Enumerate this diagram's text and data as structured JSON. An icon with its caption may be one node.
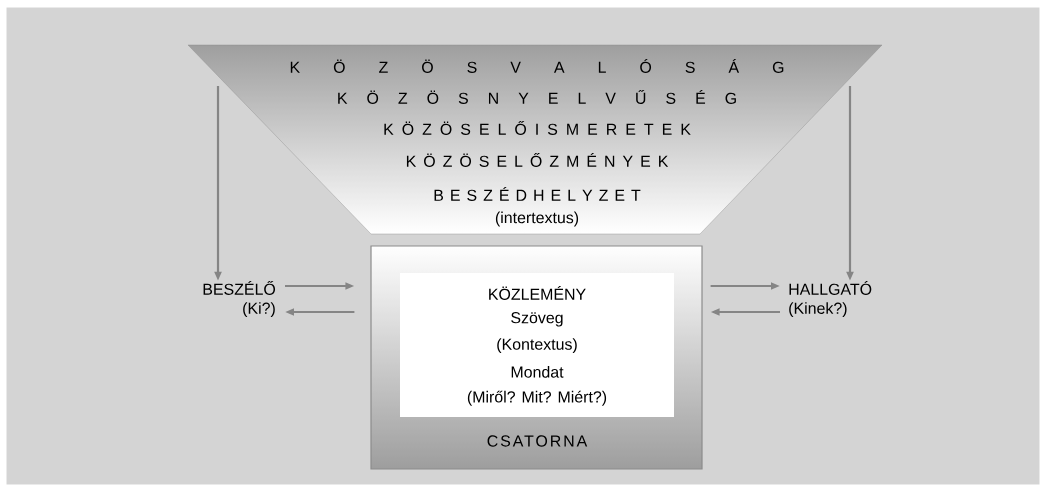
{
  "diagram": {
    "nodes": [
      {
        "text": [
          "K Ö Z Ö S V A L Ó S Á G",
          "K Ö Z Ö S N Y E L V Ű S É G",
          "K Ö Z Ö S E L Ő I S M E R E T E K",
          "K Ö Z Ö S E L Ő Z M É N Y E K",
          "B E S Z É D H E L Y Z E T",
          "(intertextus)"
        ]
      },
      {
        "text": [
          "CSATORNA"
        ]
      },
      {
        "text": [
          "KÖZLEMÉNY",
          "Szöveg",
          "(Kontextus)",
          "Mondat",
          "(Miről? Mit? Miért?)"
        ],
        "in": 1
      },
      {
        "text": [
          "BESZÉLŐ",
          "(Ki?)"
        ]
      },
      {
        "text": [
          "HALLGATÓ",
          "(Kinek?)"
        ]
      }
    ],
    "edges": [
      {
        "from": 0,
        "to": 3,
        "arrow": "to"
      },
      {
        "from": 0,
        "to": 4,
        "arrow": "to"
      },
      {
        "from": 3,
        "to": 1,
        "arrow": "to"
      },
      {
        "from": 1,
        "to": 3,
        "arrow": "to"
      },
      {
        "from": 1,
        "to": 4,
        "arrow": "to"
      },
      {
        "from": 4,
        "to": 1,
        "arrow": "to"
      }
    ]
  }
}
